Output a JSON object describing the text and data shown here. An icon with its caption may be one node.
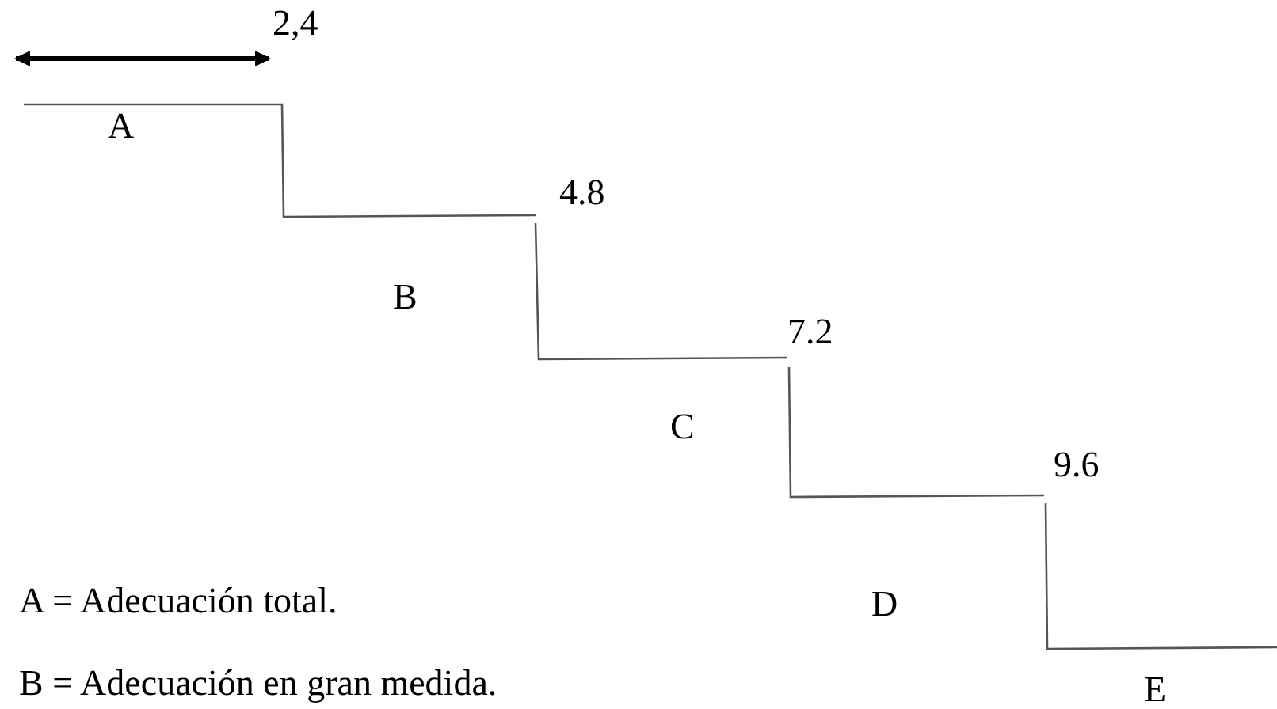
{
  "diagram": {
    "labels": [
      "2,4",
      "A",
      "4.8",
      "B",
      "7.2",
      "C",
      "9.6",
      "D",
      "A = Adecuación total.",
      "E",
      "B = Adecuación en gran medida."
    ]
  }
}
